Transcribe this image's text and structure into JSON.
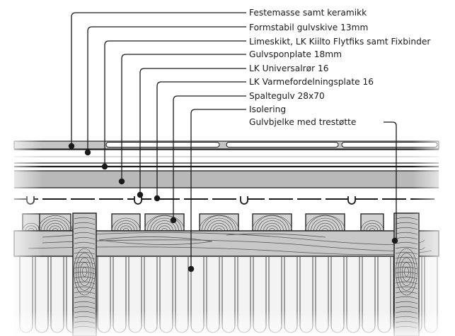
{
  "labels": [
    {
      "id": "ceramics",
      "text": "Festemasse samt keramikk"
    },
    {
      "id": "board13",
      "text": "Formstabil gulvskive 13mm"
    },
    {
      "id": "lime",
      "text": "Limeskikt, LK Kiilto Flytfiks samt Fixbinder"
    },
    {
      "id": "chipboard18",
      "text": "Gulvsponplate 18mm"
    },
    {
      "id": "pipe16",
      "text": "LK Universalrør 16"
    },
    {
      "id": "plate16",
      "text": "LK Varmefordelningsplate 16"
    },
    {
      "id": "slat",
      "text": "Spaltegulv 28x70"
    },
    {
      "id": "insulation",
      "text": "Isolering"
    },
    {
      "id": "joist",
      "text": "Gulvbjelke med trestøtte"
    }
  ],
  "colors": {
    "line": "#1a1a1a",
    "layer_gray": "#b9b9b9",
    "wood_gray": "#c6c6c6",
    "insulation": "#f2f2f2",
    "board": "#ffffff"
  }
}
